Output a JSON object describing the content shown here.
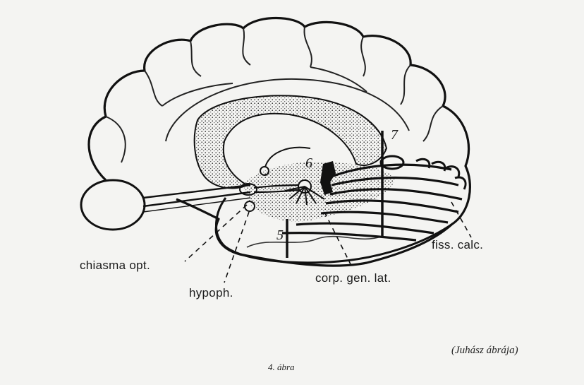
{
  "labels": {
    "chiasma": "chiasma opt.",
    "hypoph": "hypoph.",
    "corp": "corp. gen. lat.",
    "fiss": "fiss. calc."
  },
  "numbers": {
    "n5": "5",
    "n6": "6",
    "n7": "7"
  },
  "captions": {
    "credit": "(Juhász ábrája)",
    "figure": "4. ábra"
  }
}
